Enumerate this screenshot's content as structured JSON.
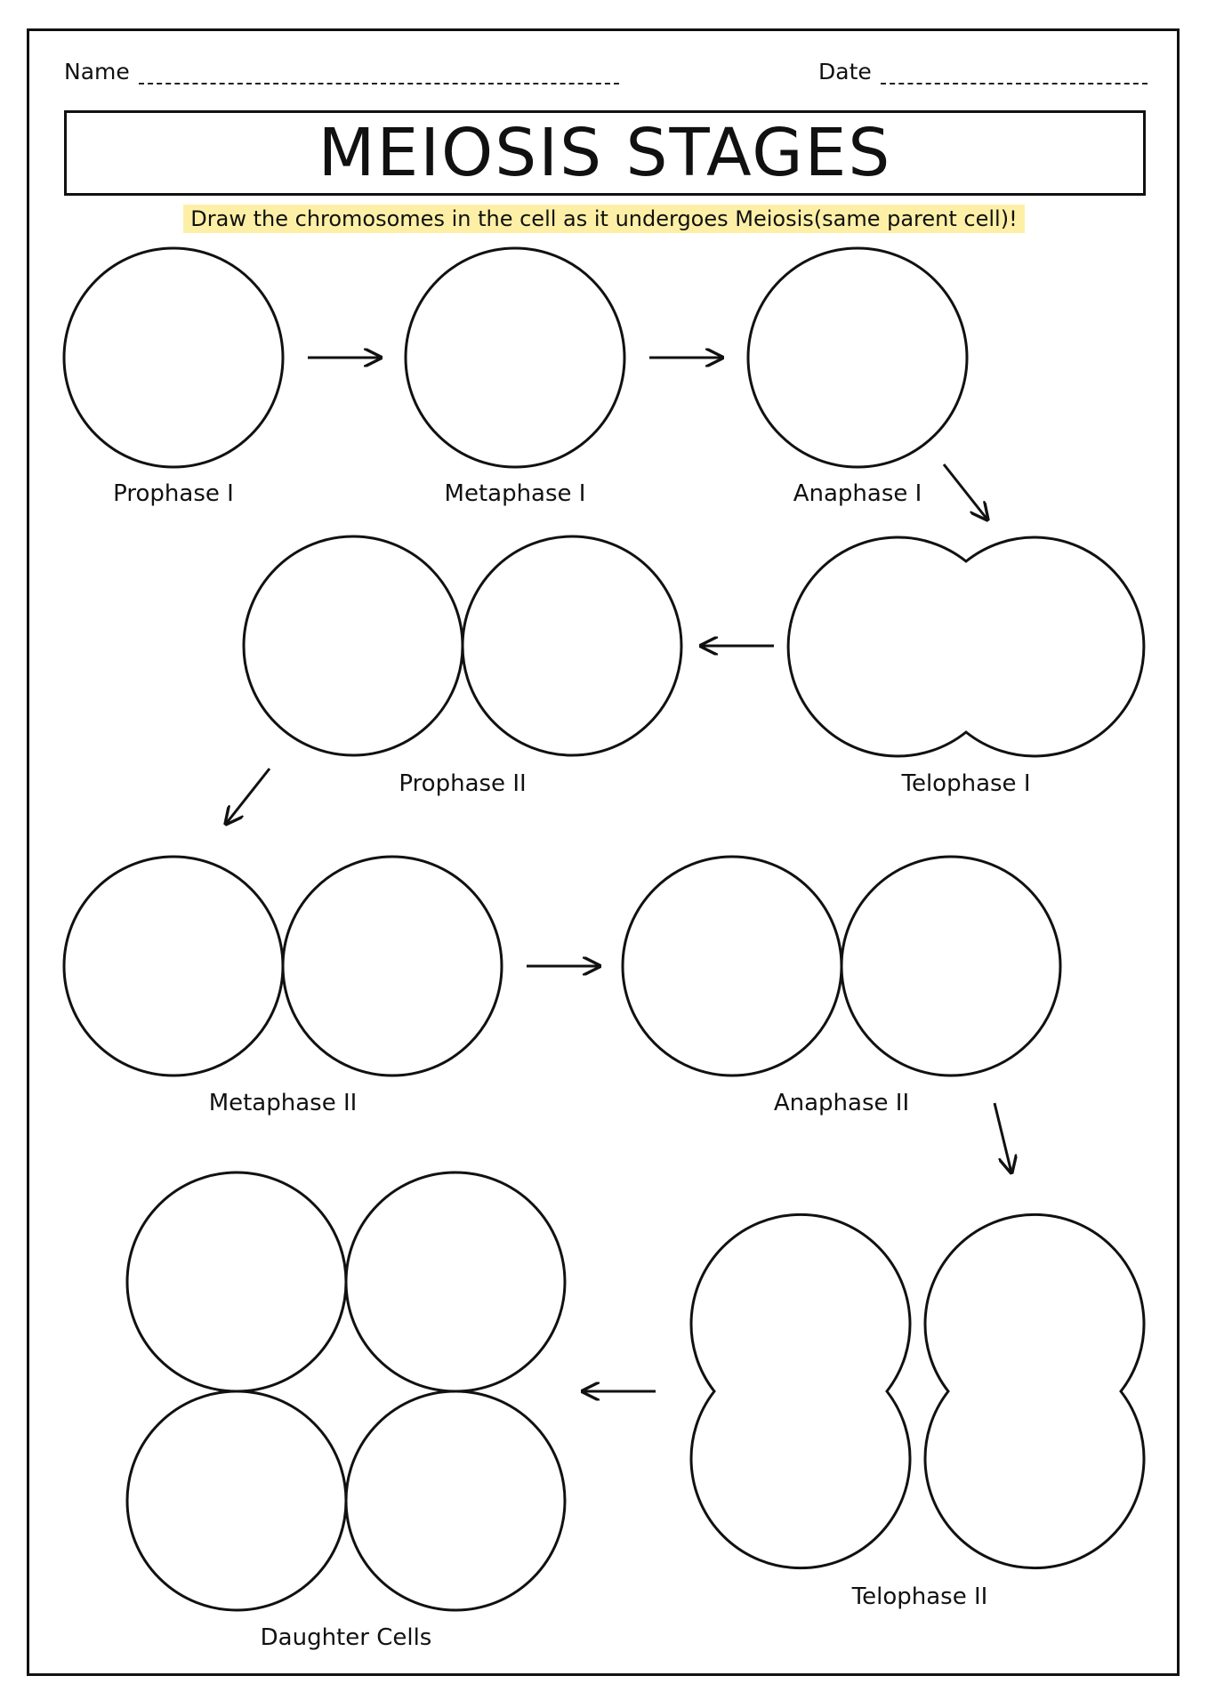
{
  "header": {
    "name_label": "Name",
    "date_label": "Date"
  },
  "title": "MEIOSIS STAGES",
  "instruction": "Draw the chromosomes in the cell as it undergoes Meiosis(same parent cell)!",
  "highlight_color": "#fdf0a6",
  "stages": {
    "prophase_1": "Prophase I",
    "metaphase_1": "Metaphase I",
    "anaphase_1": "Anaphase I",
    "telophase_1": "Telophase I",
    "prophase_2": "Prophase II",
    "metaphase_2": "Metaphase II",
    "anaphase_2": "Anaphase II",
    "telophase_2": "Telophase II",
    "daughter_cells": "Daughter Cells"
  }
}
